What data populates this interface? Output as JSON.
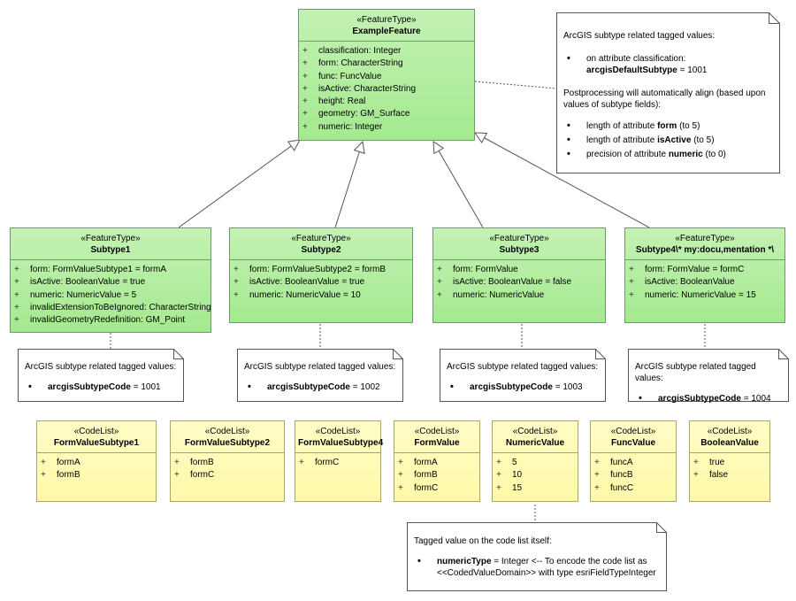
{
  "feature": {
    "stereotype": "«FeatureType»",
    "name": "ExampleFeature",
    "attributes": [
      "classification: Integer",
      "form: CharacterString",
      "func: FuncValue",
      "isActive: CharacterString",
      "height: Real",
      "geometry: GM_Surface",
      "numeric: Integer"
    ]
  },
  "main_note": {
    "heading": "ArcGIS subtype related tagged values:",
    "bullet1_pre": "on attribute classification: ",
    "bullet1_bold": "arcgisDefaultSubtype",
    "bullet1_post": " = 1001",
    "para": "Postprocessing will automatically align (based upon values of subtype fields):",
    "b2_pre": "length of attribute ",
    "b2_bold": "form",
    "b2_post": " (to 5)",
    "b3_pre": "length of attribute ",
    "b3_bold": "isActive",
    "b3_post": " (to 5)",
    "b4_pre": "precision of attribute ",
    "b4_bold": "numeric",
    "b4_post": " (to 0)"
  },
  "subtypes": [
    {
      "stereotype": "«FeatureType»",
      "name": "Subtype1",
      "attributes": [
        "form: FormValueSubtype1 = formA",
        "isActive: BooleanValue = true",
        "numeric: NumericValue = 5",
        "invalidExtensionToBeIgnored: CharacterString",
        "invalidGeometryRedefinition: GM_Point"
      ]
    },
    {
      "stereotype": "«FeatureType»",
      "name": "Subtype2",
      "attributes": [
        "form: FormValueSubtype2 = formB",
        "isActive: BooleanValue = true",
        "numeric: NumericValue = 10"
      ]
    },
    {
      "stereotype": "«FeatureType»",
      "name": "Subtype3",
      "attributes": [
        "form: FormValue",
        "isActive: BooleanValue = false",
        "numeric: NumericValue"
      ]
    },
    {
      "stereotype": "«FeatureType»",
      "name": "Subtype4\\* my:docu,mentation *\\",
      "attributes": [
        "form: FormValue = formC",
        "isActive: BooleanValue",
        "numeric: NumericValue = 15"
      ]
    }
  ],
  "subtype_notes": [
    {
      "heading": "ArcGIS subtype related tagged values:",
      "key": "arcgisSubtypeCode",
      "value": " = 1001"
    },
    {
      "heading": "ArcGIS subtype related tagged values:",
      "key": "arcgisSubtypeCode",
      "value": " = 1002"
    },
    {
      "heading": "ArcGIS subtype related tagged values:",
      "key": "arcgisSubtypeCode",
      "value": " = 1003"
    },
    {
      "heading": "ArcGIS subtype related tagged values:",
      "key": "arcgisSubtypeCode",
      "value": " = 1004"
    }
  ],
  "codelists": [
    {
      "stereotype": "«CodeList»",
      "name": "FormValueSubtype1",
      "values": [
        "formA",
        "formB"
      ]
    },
    {
      "stereotype": "«CodeList»",
      "name": "FormValueSubtype2",
      "values": [
        "formB",
        "formC"
      ]
    },
    {
      "stereotype": "«CodeList»",
      "name": "FormValueSubtype4",
      "values": [
        "formC"
      ]
    },
    {
      "stereotype": "«CodeList»",
      "name": "FormValue",
      "values": [
        "formA",
        "formB",
        "formC"
      ]
    },
    {
      "stereotype": "«CodeList»",
      "name": "NumericValue",
      "values": [
        "5",
        "10",
        "15"
      ]
    },
    {
      "stereotype": "«CodeList»",
      "name": "FuncValue",
      "values": [
        "funcA",
        "funcB",
        "funcC"
      ]
    },
    {
      "stereotype": "«CodeList»",
      "name": "BooleanValue",
      "values": [
        "true",
        "false"
      ]
    }
  ],
  "codelist_note": {
    "heading": "Tagged value on the code list itself:",
    "key": "numericType",
    "text": " = Integer <-- To encode the code list as <<CodedValueDomain>> with type esriFieldTypeInteger"
  },
  "attr_marker": "+",
  "bullet_marker": "•",
  "colors": {
    "feature_fill": "#b4eea0",
    "codelist_fill": "#fffbb4",
    "border": "#6f9b6f",
    "line": "#444444"
  }
}
